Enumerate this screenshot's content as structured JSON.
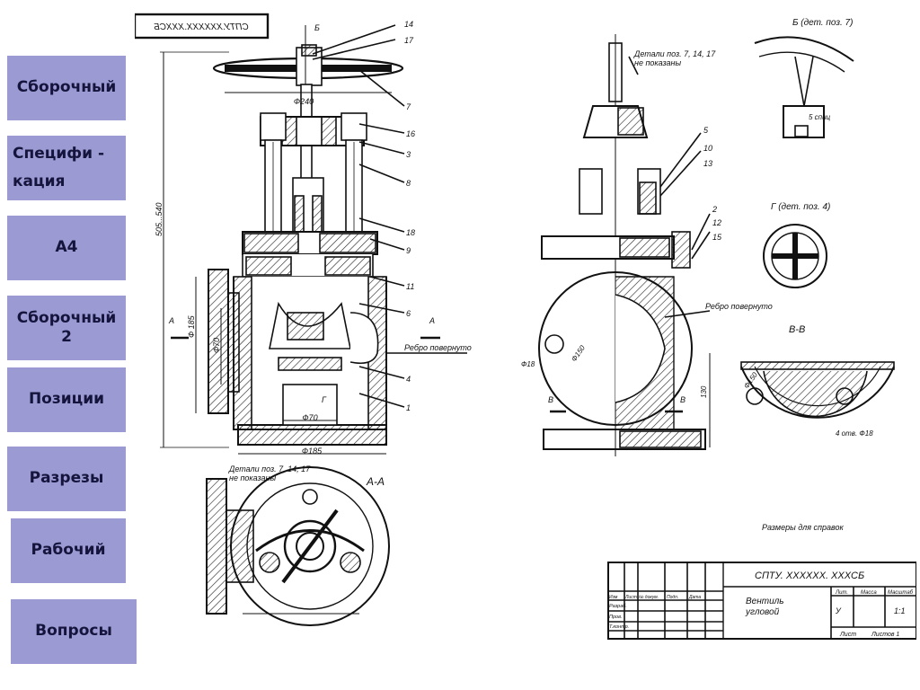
{
  "nav": {
    "assembly": "Сборочный",
    "spec_line1": "Специфи -",
    "spec_line2": "кация",
    "a4": "А4",
    "assembly2_line1": "Сборочный",
    "assembly2_line2": "2",
    "positions": "Позиции",
    "sections": "Разрезы",
    "working": "Рабочий",
    "questions": "Вопросы"
  },
  "drawing": {
    "stamp_mirrored": "СПТУ.XXXXXX.XXXCБ",
    "view_b_title": "Б (дет. поз. 7)",
    "view_g_title": "Г (дет. поз. 4)",
    "section_vv": "В-В",
    "section_aa": "А-А",
    "five_spokes": "5 спиц",
    "details_note_top": "Детали поз. 7, 14, 17",
    "details_note_bottom": "не показаны",
    "details_note_aa_top": "Детали поз. 7, 14, 17",
    "details_note_aa_bottom": "не показаны",
    "rib_turned": "Ребро повернуто",
    "rib_turned_2": "Ребро повернуто",
    "reference_dims": "Размеры для справок",
    "dim_240": "Ф240",
    "dim_185_v": "Ф 185",
    "dim_70_v": "Ф70",
    "dim_70": "Ф70",
    "dim_185": "Ф185",
    "dim_height": "505...540",
    "dim_18": "Ф18",
    "dim_150": "Ф150",
    "dim_150_b": "Ф150",
    "dim_130": "130",
    "holes": "4 отв. Ф18",
    "label_A": "А",
    "label_A2": "А",
    "label_B": "Б",
    "label_G": "Г",
    "label_V": "В",
    "label_V2": "В",
    "positions_left": [
      "14",
      "17",
      "7",
      "16",
      "3",
      "8",
      "18",
      "9",
      "11",
      "6",
      "4",
      "1"
    ],
    "positions_right": [
      "5",
      "10",
      "13",
      "2",
      "12",
      "15"
    ]
  },
  "title_block": {
    "designation": "СПТУ. XXXXXX. XXXCБ",
    "name_line1": "Вентиль",
    "name_line2": "угловой",
    "col_lit": "Лит.",
    "col_mass": "Масса",
    "col_scale": "Масштаб",
    "scale": "1:1",
    "lit_value": "У",
    "sheet": "Лист",
    "sheets": "Листов 1",
    "rows": [
      "Изм",
      "Лист",
      "№ докум.",
      "Подп.",
      "Дата"
    ],
    "razrab": "Разраб.",
    "prov": "Пров.",
    "tkontr": "Т.контр."
  }
}
